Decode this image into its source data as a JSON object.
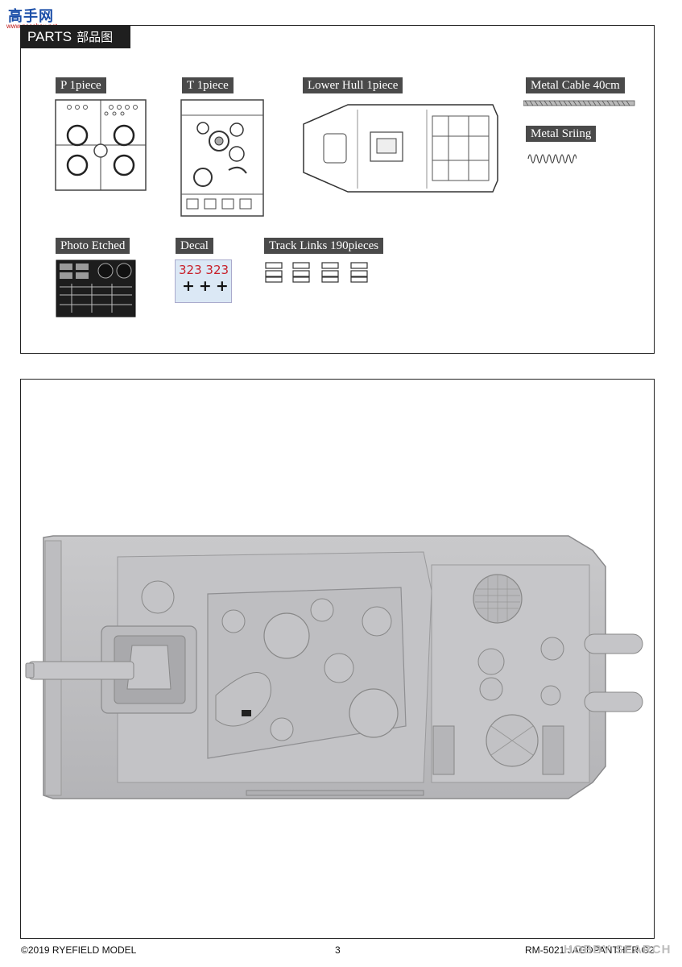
{
  "watermark": {
    "site_cn": "高手网",
    "url": "www.gaoshou.net",
    "bottom": "HOBBY SEARCH"
  },
  "parts": {
    "header": "PARTS",
    "header_cn": "部品图",
    "items": [
      {
        "label": "P 1piece"
      },
      {
        "label": "T 1piece"
      },
      {
        "label": "Lower Hull 1piece"
      },
      {
        "label": "Metal Cable 40cm"
      },
      {
        "label": "Metal Sriing"
      },
      {
        "label": "Photo Etched"
      },
      {
        "label": "Decal"
      },
      {
        "label": "Track Links 190pieces"
      }
    ],
    "decal": {
      "number_a": "323",
      "number_b": "323",
      "crosses": "+++"
    }
  },
  "footer": {
    "left": "©2019 RYEFIELD MODEL",
    "center": "3",
    "right": "RM-5021 JAGDPANTHER G2"
  }
}
